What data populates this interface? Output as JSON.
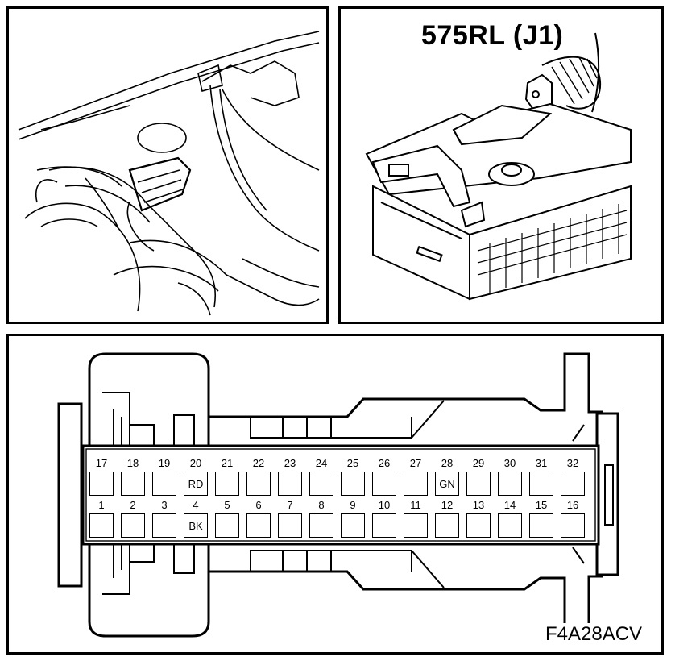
{
  "connector": {
    "title": "575RL (J1)"
  },
  "figure": {
    "code": "F4A28ACV"
  },
  "pins": {
    "top_row": [
      {
        "num": "17",
        "wire": ""
      },
      {
        "num": "18",
        "wire": ""
      },
      {
        "num": "19",
        "wire": ""
      },
      {
        "num": "20",
        "wire": "RD"
      },
      {
        "num": "21",
        "wire": ""
      },
      {
        "num": "22",
        "wire": ""
      },
      {
        "num": "23",
        "wire": ""
      },
      {
        "num": "24",
        "wire": ""
      },
      {
        "num": "25",
        "wire": ""
      },
      {
        "num": "26",
        "wire": ""
      },
      {
        "num": "27",
        "wire": ""
      },
      {
        "num": "28",
        "wire": "GN"
      },
      {
        "num": "29",
        "wire": ""
      },
      {
        "num": "30",
        "wire": ""
      },
      {
        "num": "31",
        "wire": ""
      },
      {
        "num": "32",
        "wire": ""
      }
    ],
    "bottom_row": [
      {
        "num": "1",
        "wire": ""
      },
      {
        "num": "2",
        "wire": ""
      },
      {
        "num": "3",
        "wire": ""
      },
      {
        "num": "4",
        "wire": "BK"
      },
      {
        "num": "5",
        "wire": ""
      },
      {
        "num": "6",
        "wire": ""
      },
      {
        "num": "7",
        "wire": ""
      },
      {
        "num": "8",
        "wire": ""
      },
      {
        "num": "9",
        "wire": ""
      },
      {
        "num": "10",
        "wire": ""
      },
      {
        "num": "11",
        "wire": ""
      },
      {
        "num": "12",
        "wire": ""
      },
      {
        "num": "13",
        "wire": ""
      },
      {
        "num": "14",
        "wire": ""
      },
      {
        "num": "15",
        "wire": ""
      },
      {
        "num": "16",
        "wire": ""
      }
    ]
  }
}
